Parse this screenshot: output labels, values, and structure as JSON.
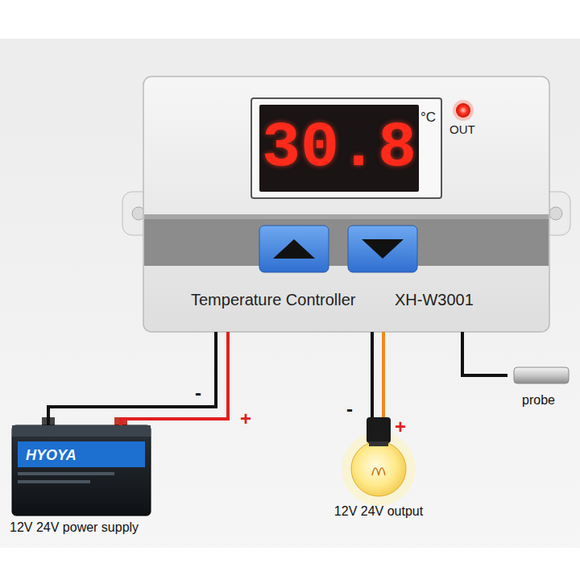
{
  "diagram": {
    "nodes": [
      {
        "text": [
          "Temperature Controller",
          "XH-W3001"
        ]
      },
      {
        "text": [
          "30.8"
        ],
        "in": 0
      },
      {
        "text": [
          "HYOYA",
          "12V 24V power supply"
        ]
      },
      {
        "text": [
          "12V 24V output"
        ]
      },
      {
        "text": [
          "probe"
        ]
      }
    ],
    "edges": [
      {
        "from": 2,
        "to": 0,
        "arrow": "none",
        "label": "-"
      },
      {
        "from": 2,
        "to": 0,
        "arrow": "none",
        "label": "+"
      },
      {
        "from": 3,
        "to": 0,
        "arrow": "none",
        "label": "-"
      },
      {
        "from": 3,
        "to": 0,
        "arrow": "none",
        "label": "+"
      },
      {
        "from": 4,
        "to": 0,
        "arrow": "none"
      }
    ],
    "labels": [
      "°C",
      "OUT"
    ]
  }
}
